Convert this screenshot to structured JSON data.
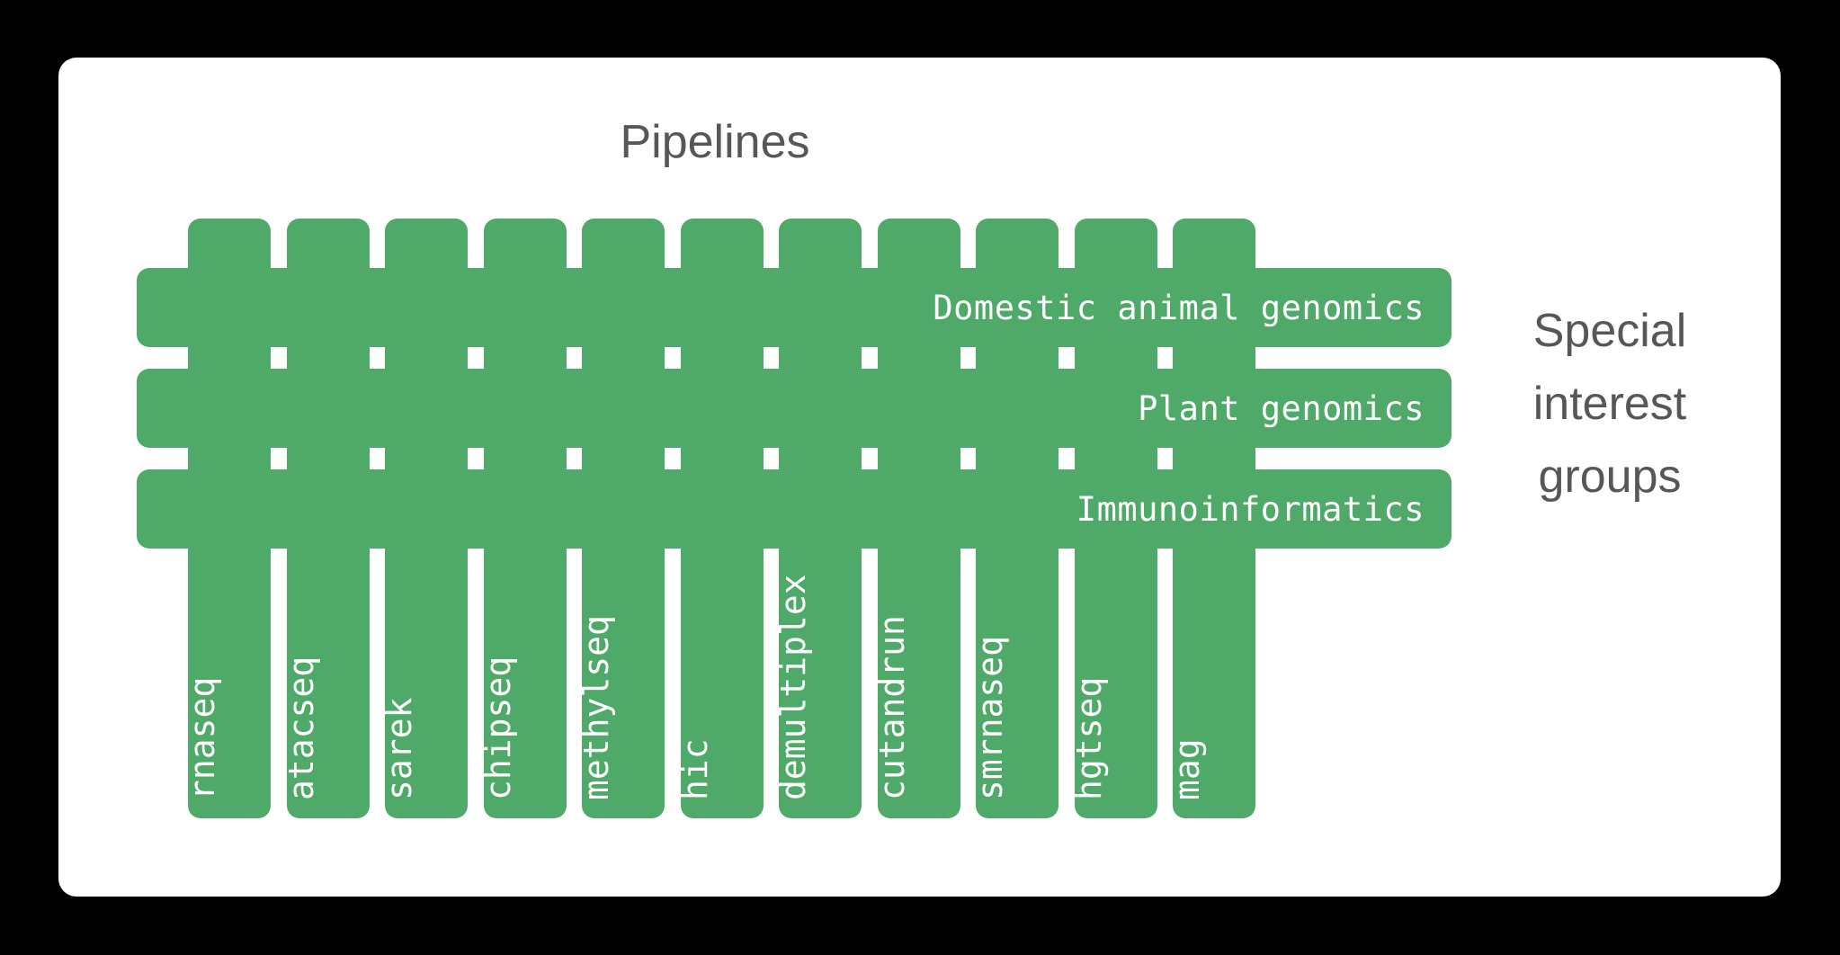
{
  "theme": {
    "page_background": "#000000",
    "card_background": "#ffffff",
    "accent_green": "#4FA968",
    "heading_color": "#575757",
    "bar_label_color": "#ffffff"
  },
  "headings": {
    "pipelines": "Pipelines",
    "special_interest_groups_lines": [
      "Special",
      "interest",
      "groups"
    ]
  },
  "chart_data": {
    "type": "diagram",
    "title": "Pipelines",
    "secondary_title": "Special interest groups",
    "description": "Grid/comb diagram: vertical bars represent nf-core pipelines, horizontal bars represent special interest groups crossing all pipelines.",
    "columns": [
      "rnaseq",
      "atacseq",
      "sarek",
      "chipseq",
      "methylseq",
      "hic",
      "demultiplex",
      "cutandrun",
      "smrnaseq",
      "hgtseq",
      "mag"
    ],
    "rows": [
      "Domestic animal genomics",
      "Plant genomics",
      "Immunoinformatics"
    ],
    "column_count": 11,
    "row_count": 3
  },
  "pipelines": [
    {
      "label": "rnaseq"
    },
    {
      "label": "atacseq"
    },
    {
      "label": "sarek"
    },
    {
      "label": "chipseq"
    },
    {
      "label": "methylseq"
    },
    {
      "label": "hic"
    },
    {
      "label": "demultiplex"
    },
    {
      "label": "cutandrun"
    },
    {
      "label": "smrnaseq"
    },
    {
      "label": "hgtseq"
    },
    {
      "label": "mag"
    }
  ],
  "special_interest_groups": [
    {
      "label": "Domestic animal genomics"
    },
    {
      "label": "Plant genomics"
    },
    {
      "label": "Immunoinformatics"
    }
  ]
}
